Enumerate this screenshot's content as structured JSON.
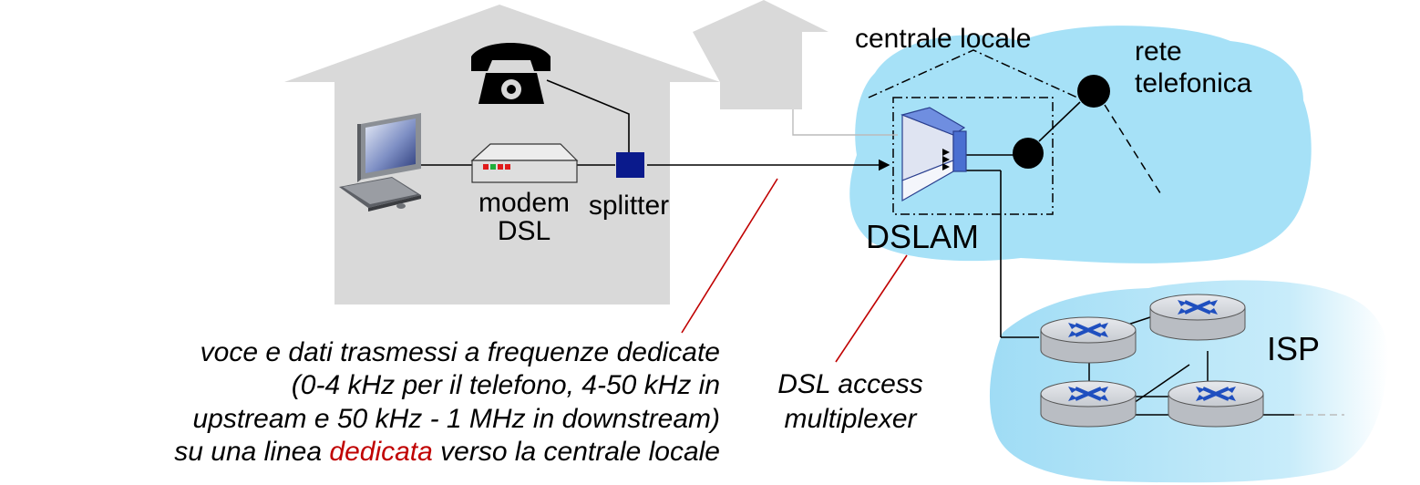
{
  "labels": {
    "central_office": "centrale locale",
    "phone_network_1": "rete",
    "phone_network_2": "telefonica",
    "modem_1": "modem",
    "modem_2": "DSL",
    "splitter": "splitter",
    "dslam": "DSLAM",
    "isp": "ISP",
    "dslam_desc_1": "DSL access",
    "dslam_desc_2": "multiplexer"
  },
  "caption": {
    "line1": "voce e dati trasmessi a frequenze dedicate",
    "line2": "(0-4 kHz per il telefono, 4-50 kHz in",
    "line3": "upstream e 50 kHz - 1 MHz in downstream)",
    "line4_pre": "su una linea ",
    "line4_highlight": "dedicata",
    "line4_post": " verso la centrale locale"
  },
  "colors": {
    "house": "#d9d9d9",
    "cloud": "#a6e1f7",
    "accent_red": "#c00000",
    "splitter": "#0a1a8c",
    "dslam": "#4a6fd1",
    "router": "#cfd3d8",
    "router_x": "#1f4fbf"
  },
  "icons": [
    "telephone-icon",
    "computer-icon",
    "modem-icon",
    "splitter-icon",
    "dslam-icon",
    "router-icon"
  ]
}
